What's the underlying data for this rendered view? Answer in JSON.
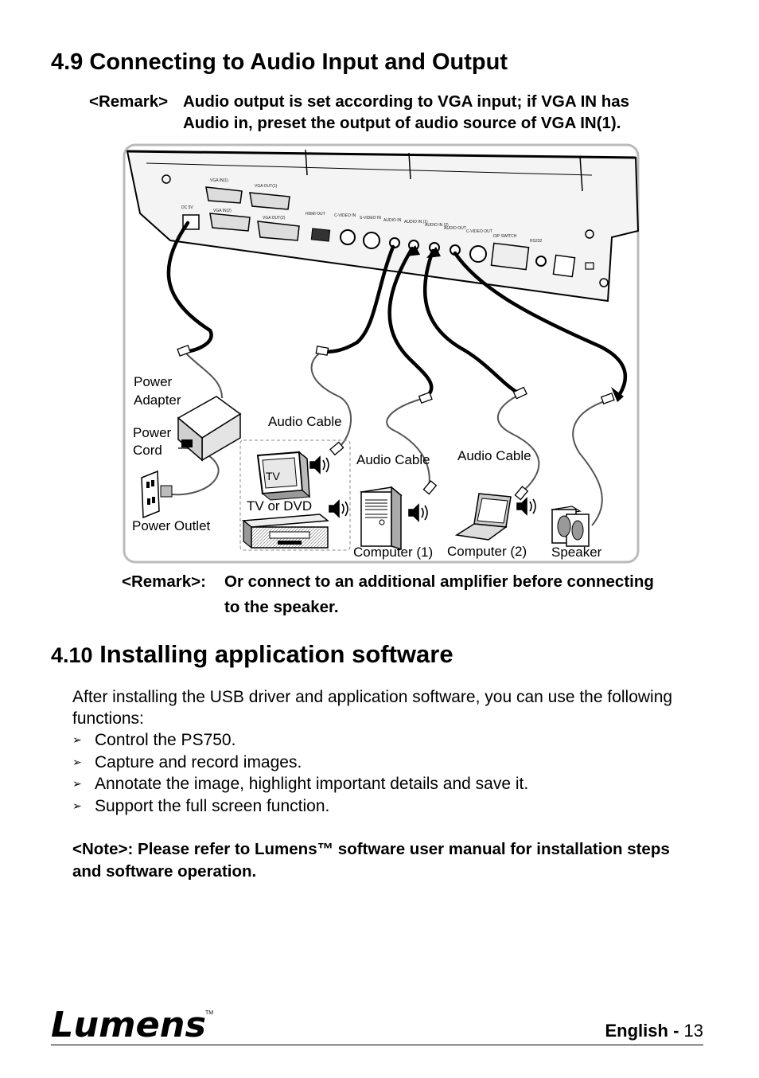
{
  "section49": {
    "title": "4.9 Connecting to Audio Input and Output"
  },
  "remark1": {
    "label": "<Remark>",
    "line1": "Audio output is set according to VGA input; if VGA IN has",
    "line2": "Audio in, preset the output of audio source of VGA IN(1)."
  },
  "diagram": {
    "ports": [
      "DC 5V",
      "VGA IN(1)",
      "VGA IN(2)",
      "VGA OUT(1)",
      "VGA OUT(2)",
      "HDMI OUT",
      "C-VIDEO IN",
      "S-VIDEO IN",
      "AUDIO IN",
      "AUDIO IN (1)",
      "AUDIO IN (2)",
      "AUDIO OUT",
      "C-VIDEO OUT",
      "DIP SWITCH",
      "RS232"
    ],
    "labels": {
      "power_adapter_1": "Power",
      "power_adapter_2": "Adapter",
      "power_cord_1": "Power",
      "power_cord_2": "Cord",
      "power_outlet": "Power Outlet",
      "audio_cable_1": "Audio Cable",
      "audio_cable_2": "Audio Cable",
      "audio_cable_3": "Audio Cable",
      "tv": "TV",
      "tv_or_dvd": "TV or DVD",
      "computer_1": "Computer (1)",
      "computer_2": "Computer (2)",
      "speaker": "Speaker"
    }
  },
  "remark2": {
    "label": "<Remark>:",
    "line1": "Or connect to an additional amplifier before connecting",
    "line2": "to the speaker."
  },
  "section410": {
    "num": "4.10",
    "title": "Installing application software"
  },
  "intro": "After installing the USB driver and application software, you can use the following functions:",
  "bullets": [
    "Control the PS750.",
    "Capture and record images.",
    "Annotate the image, highlight important details and save it.",
    "Support the full screen function."
  ],
  "note": "<Note>: Please refer to Lumens™ software user manual for installation steps and software operation.",
  "footer": {
    "logo": "Lumens",
    "tm": "TM",
    "language": "English",
    "separator": "-",
    "page": "13"
  }
}
